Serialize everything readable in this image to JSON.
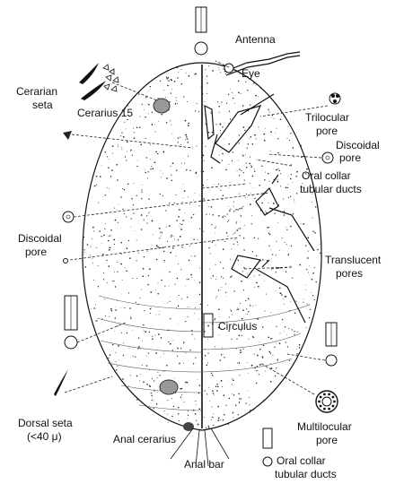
{
  "labels": {
    "antenna": "Antenna",
    "eye": "Eye",
    "cerarian_seta": [
      "Cerarian",
      "seta"
    ],
    "cerarius_15": "Cerarius 15",
    "trilocular_pore": [
      "Trilocular",
      "pore"
    ],
    "discoidal_pore_right": [
      "Discoidal",
      "pore"
    ],
    "oral_collar_upper": [
      "Oral collar",
      "tubular ducts"
    ],
    "discoidal_pore_left": [
      "Discoidal",
      "pore"
    ],
    "translucent_pores": [
      "Translucent",
      "pores"
    ],
    "circulus": "Circulus",
    "dorsal_seta": [
      "Dorsal seta",
      "(<40 μ)"
    ],
    "multilocular_pore": [
      "Multilocular",
      "pore"
    ],
    "anal_cerarius": "Anal cerarius",
    "anal_bar": "Anal bar",
    "oral_collar_lower": [
      "Oral collar",
      "tubular ducts"
    ]
  },
  "colors": {
    "ink": "#111111",
    "background": "#ffffff"
  }
}
